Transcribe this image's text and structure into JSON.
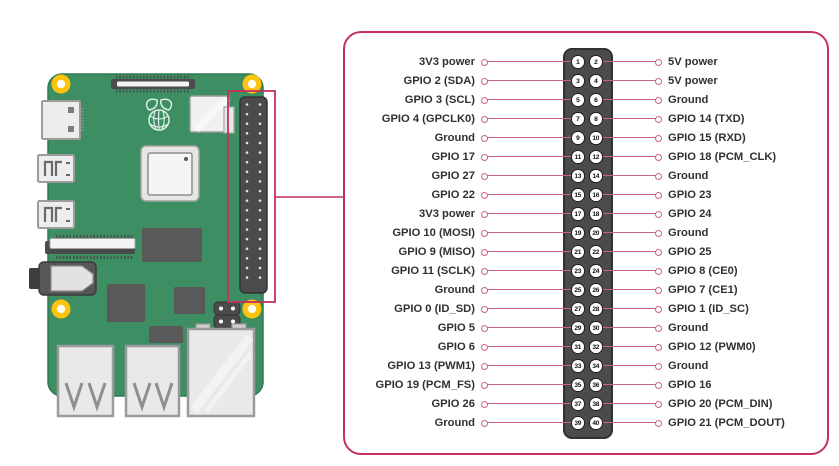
{
  "colors": {
    "accent": "#c5305c",
    "line_pink": "#cb6288",
    "board_green": "#3e8e63",
    "board_edge": "#2f7a52",
    "header_dark": "#4b4b4b",
    "mount_hole_yellow": "#ffc20d",
    "label_text": "#313131"
  },
  "pinout": {
    "rows": [
      {
        "left_label": "3V3 power",
        "left_pin": "1",
        "right_pin": "2",
        "right_label": "5V power"
      },
      {
        "left_label": "GPIO 2 (SDA)",
        "left_pin": "3",
        "right_pin": "4",
        "right_label": "5V power"
      },
      {
        "left_label": "GPIO 3 (SCL)",
        "left_pin": "5",
        "right_pin": "6",
        "right_label": "Ground"
      },
      {
        "left_label": "GPIO 4 (GPCLK0)",
        "left_pin": "7",
        "right_pin": "8",
        "right_label": "GPIO 14 (TXD)"
      },
      {
        "left_label": "Ground",
        "left_pin": "9",
        "right_pin": "10",
        "right_label": "GPIO 15 (RXD)"
      },
      {
        "left_label": "GPIO 17",
        "left_pin": "11",
        "right_pin": "12",
        "right_label": "GPIO 18 (PCM_CLK)"
      },
      {
        "left_label": "GPIO 27",
        "left_pin": "13",
        "right_pin": "14",
        "right_label": "Ground"
      },
      {
        "left_label": "GPIO 22",
        "left_pin": "15",
        "right_pin": "16",
        "right_label": "GPIO 23"
      },
      {
        "left_label": "3V3 power",
        "left_pin": "17",
        "right_pin": "18",
        "right_label": "GPIO 24"
      },
      {
        "left_label": "GPIO 10 (MOSI)",
        "left_pin": "19",
        "right_pin": "20",
        "right_label": "Ground"
      },
      {
        "left_label": "GPIO 9 (MISO)",
        "left_pin": "21",
        "right_pin": "22",
        "right_label": "GPIO 25"
      },
      {
        "left_label": "GPIO 11 (SCLK)",
        "left_pin": "23",
        "right_pin": "24",
        "right_label": "GPIO 8 (CE0)"
      },
      {
        "left_label": "Ground",
        "left_pin": "25",
        "right_pin": "26",
        "right_label": "GPIO 7 (CE1)"
      },
      {
        "left_label": "GPIO 0 (ID_SD)",
        "left_pin": "27",
        "right_pin": "28",
        "right_label": "GPIO 1 (ID_SC)"
      },
      {
        "left_label": "GPIO 5",
        "left_pin": "29",
        "right_pin": "30",
        "right_label": "Ground"
      },
      {
        "left_label": "GPIO 6",
        "left_pin": "31",
        "right_pin": "32",
        "right_label": "GPIO 12 (PWM0)"
      },
      {
        "left_label": "GPIO 13 (PWM1)",
        "left_pin": "33",
        "right_pin": "34",
        "right_label": "Ground"
      },
      {
        "left_label": "GPIO 19 (PCM_FS)",
        "left_pin": "35",
        "right_pin": "36",
        "right_label": "GPIO 16"
      },
      {
        "left_label": "GPIO 26",
        "left_pin": "37",
        "right_pin": "38",
        "right_label": "GPIO 20 (PCM_DIN)"
      },
      {
        "left_label": "Ground",
        "left_pin": "39",
        "right_pin": "40",
        "right_label": "GPIO 21 (PCM_DOUT)"
      }
    ]
  }
}
